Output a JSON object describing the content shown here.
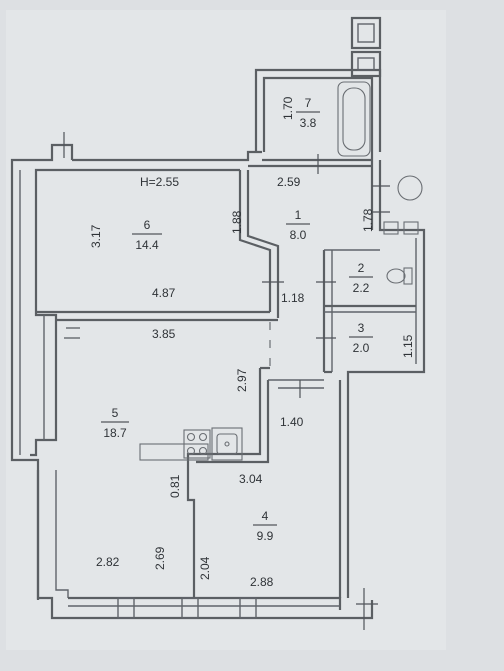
{
  "ceiling_height": "H=2.55",
  "rooms": [
    {
      "number": "1",
      "area": "8.0"
    },
    {
      "number": "2",
      "area": "2.2"
    },
    {
      "number": "3",
      "area": "2.0"
    },
    {
      "number": "4",
      "area": "9.9"
    },
    {
      "number": "5",
      "area": "18.7"
    },
    {
      "number": "6",
      "area": "14.4"
    },
    {
      "number": "7",
      "area": "3.8"
    }
  ],
  "dimensions": [
    "1.70",
    "2.59",
    "1.88",
    "1.78",
    "3.17",
    "4.87",
    "1.18",
    "1.15",
    "3.85",
    "2.97",
    "1.40",
    "0.81",
    "3.04",
    "2.69",
    "2.04",
    "2.82",
    "2.88"
  ]
}
